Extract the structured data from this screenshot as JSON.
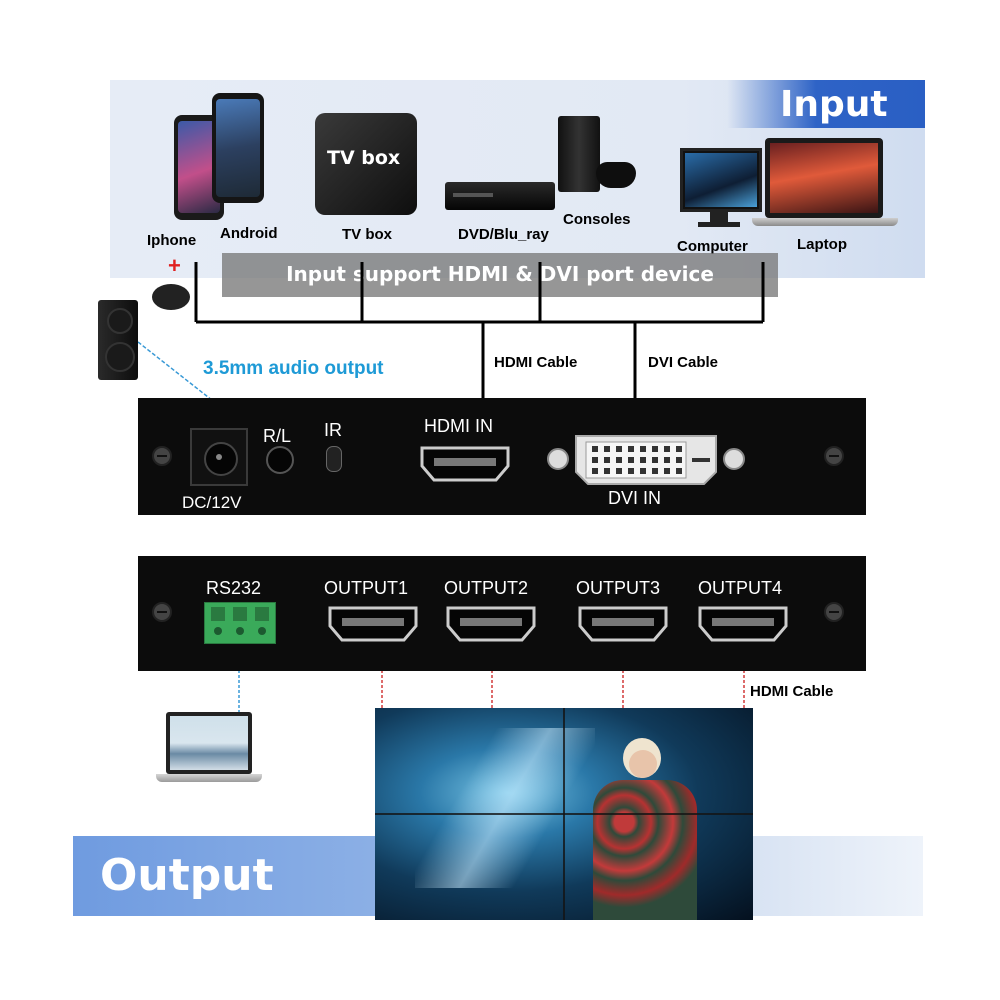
{
  "input_section": {
    "title": "Input",
    "banner": "Input support HDMI & DVI port device",
    "devices": [
      {
        "label": "Iphone",
        "icon": "smartphone-icon"
      },
      {
        "label": "Android",
        "icon": "smartphone-icon"
      },
      {
        "label": "TV box",
        "icon": "tv-box-icon",
        "box_text": "TV box"
      },
      {
        "label": "DVD/Blu_ray",
        "icon": "dvd-player-icon"
      },
      {
        "label": "Consoles",
        "icon": "game-console-icon"
      },
      {
        "label": "Computer",
        "icon": "desktop-computer-icon"
      },
      {
        "label": "Laptop",
        "icon": "laptop-icon"
      }
    ],
    "plus_sign": "+"
  },
  "cables": {
    "hdmi": "HDMI Cable",
    "dvi": "DVI Cable",
    "audio": "3.5mm audio output",
    "hdmi_out": "HDMI Cable"
  },
  "input_panel": {
    "dc": "DC/12V",
    "rl": "R/L",
    "ir": "IR",
    "hdmi_in": "HDMI IN",
    "dvi_in": "DVI IN"
  },
  "output_panel": {
    "rs232": "RS232",
    "outputs": [
      "OUTPUT1",
      "OUTPUT2",
      "OUTPUT3",
      "OUTPUT4"
    ]
  },
  "output_section": {
    "title": "Output"
  },
  "colors": {
    "input_accent": "#2e63c6",
    "output_accent": "#6f9be0",
    "audio_text": "#1e9ad6",
    "hdmi_out_cable": "#d23a3a",
    "rs232_cable": "#3a9ad6",
    "terminal_green": "#3aaa5a"
  }
}
